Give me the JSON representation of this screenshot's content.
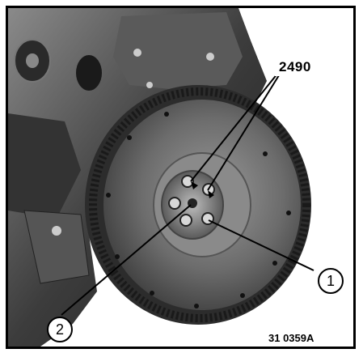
{
  "figure": {
    "tool_number": "2490",
    "callouts": [
      "1",
      "2"
    ],
    "figure_ref": "31 0359A"
  },
  "colors": {
    "frame": "#000000",
    "flywheel": "#6e6e6e",
    "engine_block": "#4a4a4a",
    "background": "#ffffff"
  }
}
